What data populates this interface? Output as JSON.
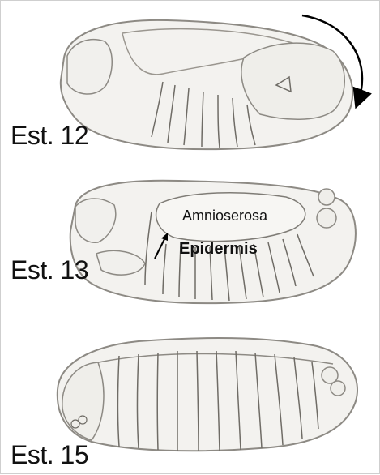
{
  "stages": [
    {
      "label": "Est. 12"
    },
    {
      "label": "Est. 13"
    },
    {
      "label": "Est. 15"
    }
  ],
  "labels": {
    "amnioserosa": "Amnioserosa",
    "epidermis": "Epidermis"
  },
  "colors": {
    "embryo_fill": "#f3f2ef",
    "embryo_stroke": "#8d8a84",
    "segment_stroke": "#6f6c66",
    "text": "#111111",
    "arrow": "#000000"
  }
}
